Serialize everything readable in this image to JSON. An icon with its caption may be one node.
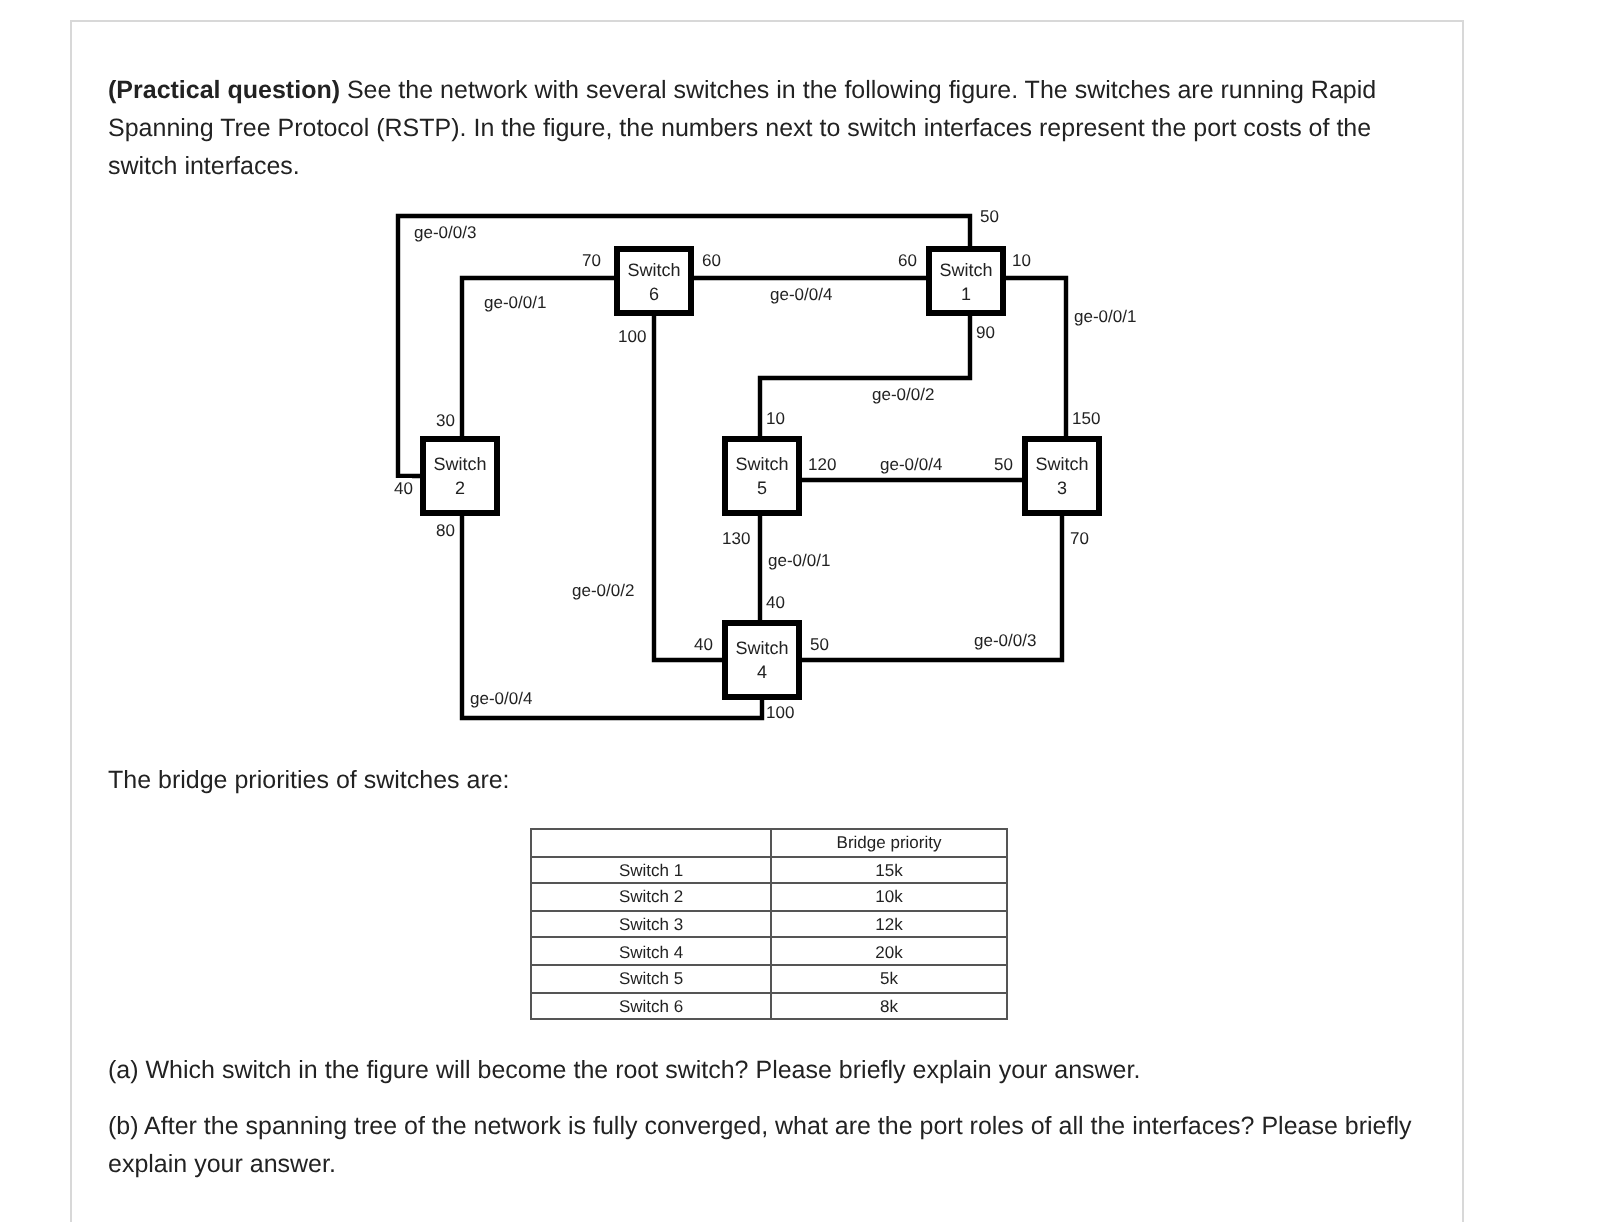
{
  "diagram": {
    "nodes": [
      {
        "text": [
          "Switch 6"
        ]
      },
      {
        "text": [
          "Switch 1"
        ]
      },
      {
        "text": [
          "Switch 2"
        ]
      },
      {
        "text": [
          "Switch 5"
        ]
      },
      {
        "text": [
          "Switch 3"
        ]
      },
      {
        "text": [
          "Switch 4"
        ]
      }
    ],
    "edges": [
      {
        "from": 2,
        "to": 1,
        "arrow": "none",
        "label": "ge-0/0/3"
      },
      {
        "from": 2,
        "to": 0,
        "arrow": "none",
        "label": "ge-0/0/1"
      },
      {
        "from": 0,
        "to": 1,
        "arrow": "none",
        "label": "ge-0/0/4"
      },
      {
        "from": 1,
        "to": 4,
        "arrow": "none",
        "label": "ge-0/0/1"
      },
      {
        "from": 1,
        "to": 3,
        "arrow": "none",
        "label": "ge-0/0/2"
      },
      {
        "from": 3,
        "to": 4,
        "arrow": "none",
        "label": "ge-0/0/4"
      },
      {
        "from": 3,
        "to": 5,
        "arrow": "none",
        "label": "ge-0/0/1"
      },
      {
        "from": 0,
        "to": 5,
        "arrow": "none",
        "label": "ge-0/0/2"
      },
      {
        "from": 4,
        "to": 5,
        "arrow": "none",
        "label": "ge-0/0/3"
      },
      {
        "from": 2,
        "to": 5,
        "arrow": "none",
        "label": "ge-0/0/4"
      }
    ],
    "labels": [
      "**(Practical question)** See the network with several switches in the following figure. The switches are running Rapid Spanning Tree Protocol (RSTP). In the figure, the numbers next to switch interfaces represent the port costs of the switch interfaces.",
      "50",
      "70",
      "60",
      "60",
      "10",
      "100",
      "90",
      "30",
      "40",
      "80",
      "10",
      "150",
      "120",
      "50",
      "130",
      "70",
      "40",
      "40",
      "50",
      "100",
      "The bridge priorities of switches are:",
      "Bridge priority",
      "Switch 1",
      "15k",
      "Switch 2",
      "10k",
      "Switch 3",
      "12k",
      "Switch 4",
      "20k",
      "Switch 5",
      "5k",
      "Switch 6",
      "8k",
      "(a) Which switch in the figure will become the root switch? Please briefly explain your answer.",
      "(b) After the spanning tree of the network is fully converged, what are the port roles of all the interfaces? Please briefly explain your answer."
    ]
  }
}
